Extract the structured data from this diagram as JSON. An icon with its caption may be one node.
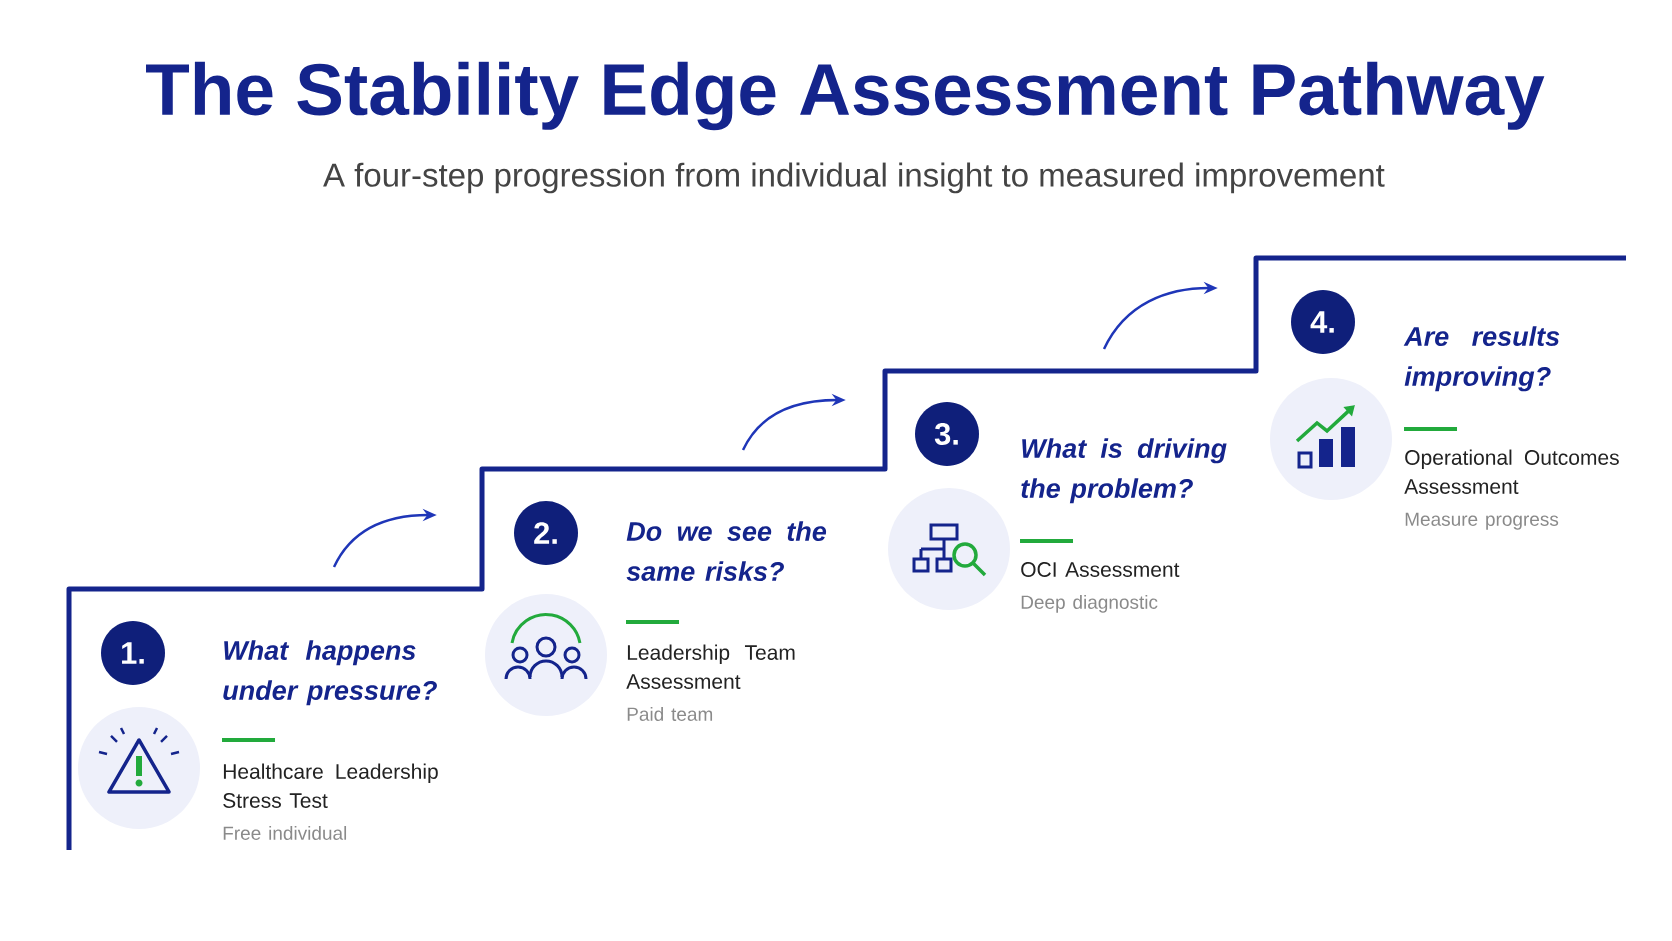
{
  "diagram": {
    "title": "The Stability Edge Assessment Pathway",
    "nodes": [
      {
        "text": [
          "1."
        ]
      },
      {
        "text": [
          "What happens under pressure?",
          "Healthcare Leadership Stress Test",
          "Free individual"
        ]
      },
      {
        "text": [
          "2."
        ]
      },
      {
        "text": [
          "Do we see the same risks?",
          "Leadership Team Assessment",
          "Paid team"
        ]
      },
      {
        "text": [
          "3."
        ]
      },
      {
        "text": [
          "What is driving the problem?",
          "OCI Assessment",
          "Deep diagnostic"
        ]
      },
      {
        "text": [
          "4."
        ]
      },
      {
        "text": [
          "Are results improving?",
          "Operational Outcomes Assessment",
          "Measure progress"
        ]
      }
    ],
    "edges": [
      {
        "from": 1,
        "to": 2,
        "arrow": "to"
      },
      {
        "from": 3,
        "to": 4,
        "arrow": "to"
      },
      {
        "from": 5,
        "to": 6,
        "arrow": "to"
      }
    ],
    "labels": [
      "A four-step progression from individual insight to measured improvement"
    ]
  }
}
